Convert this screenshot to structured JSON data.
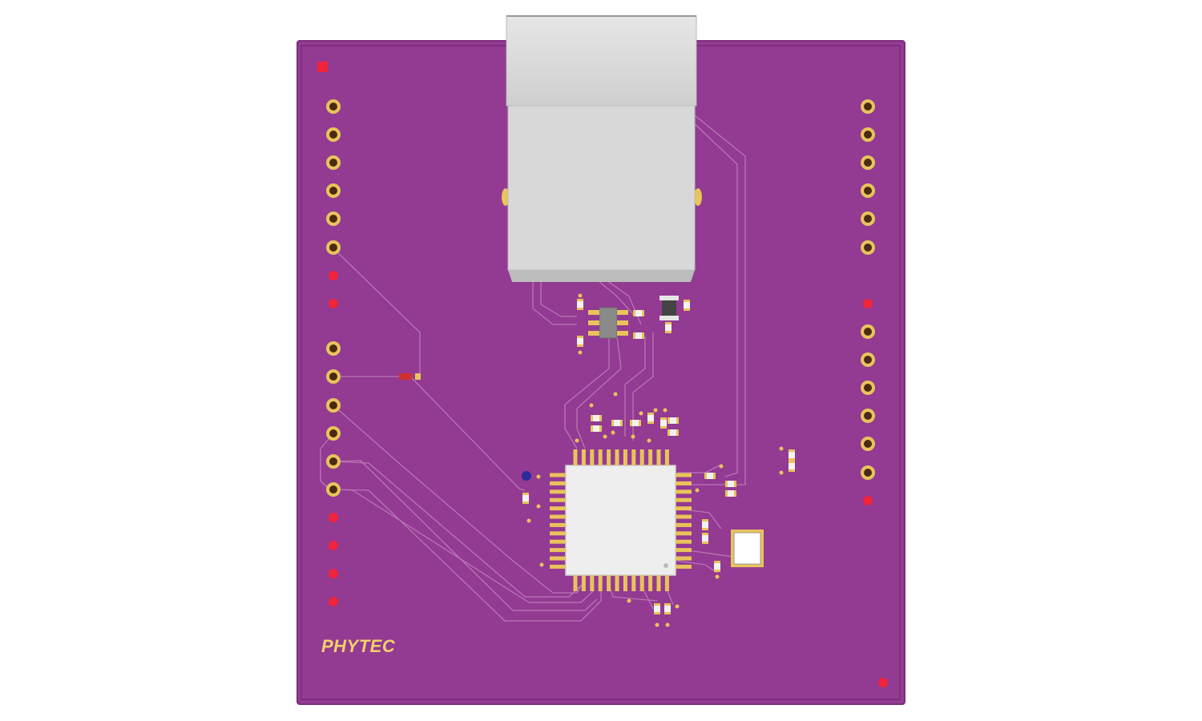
{
  "board": {
    "silkscreen_logo": "PHYTEC",
    "colors": {
      "soldermask": "#933a93",
      "soldermask_edge": "#7d2e7d",
      "trace": "#b877b4",
      "pad_gold": "#e8c45a",
      "pad_drill": "#4a2a10",
      "unpopulated_pad": "#f0243a",
      "ic_body": "#eeeeee",
      "connector_body": "#d9d9d9",
      "fiducial_blue": "#2b2b9c",
      "silk": "#f1d26a"
    },
    "components": [
      {
        "name": "usb-b-connector",
        "kind": "connector"
      },
      {
        "name": "qfp48-microcontroller",
        "kind": "ic"
      },
      {
        "name": "sot23-6-regulator",
        "kind": "ic"
      },
      {
        "name": "crystal-oscillator",
        "kind": "crystal"
      },
      {
        "name": "left-pin-header",
        "kind": "header"
      },
      {
        "name": "right-pin-header",
        "kind": "header"
      }
    ]
  }
}
